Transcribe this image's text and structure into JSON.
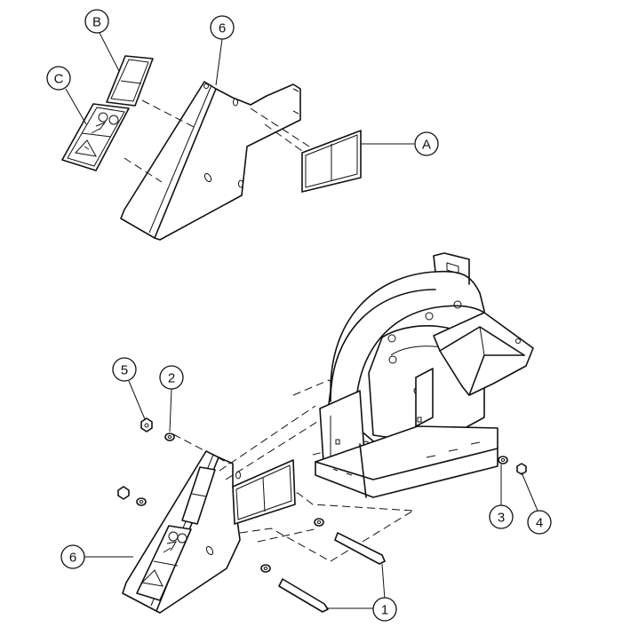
{
  "callouts": {
    "top_b": "B",
    "top_six": "6",
    "top_c": "C",
    "top_a": "A",
    "bottom_five": "5",
    "bottom_two": "2",
    "bottom_six": "6",
    "bottom_three": "3",
    "bottom_four": "4",
    "bottom_one": "1"
  }
}
